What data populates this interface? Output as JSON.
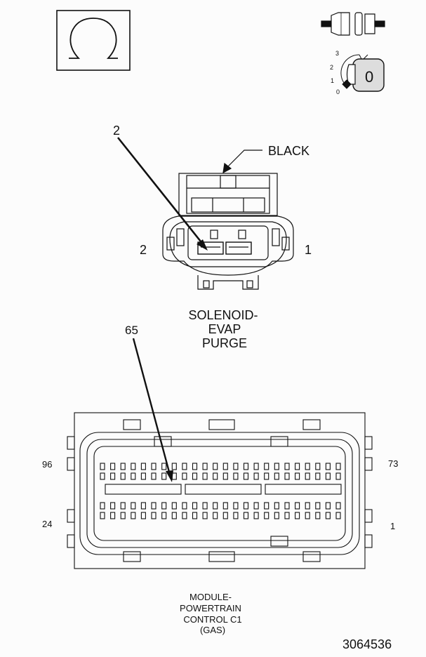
{
  "solenoid": {
    "callout_pin": "2",
    "color": "BLACK",
    "pin_left": "2",
    "pin_right": "1",
    "name_line1": "SOLENOID-",
    "name_line2": "EVAP",
    "name_line3": "PURGE"
  },
  "pcm": {
    "callout_pin": "65",
    "pin_top_left": "96",
    "pin_top_right": "73",
    "pin_bottom_left": "24",
    "pin_bottom_right": "1",
    "name_line1": "MODULE-",
    "name_line2": "POWERTRAIN",
    "name_line3": "CONTROL C1",
    "name_line4": "(GAS)"
  },
  "ignition": {
    "positions": [
      "3",
      "2",
      "1",
      "0"
    ],
    "key_position": "0"
  },
  "figure_number": "3064536",
  "colors": {
    "ink": "#111111",
    "background": "#fcfcfc",
    "key_fill": "#dddddd"
  }
}
